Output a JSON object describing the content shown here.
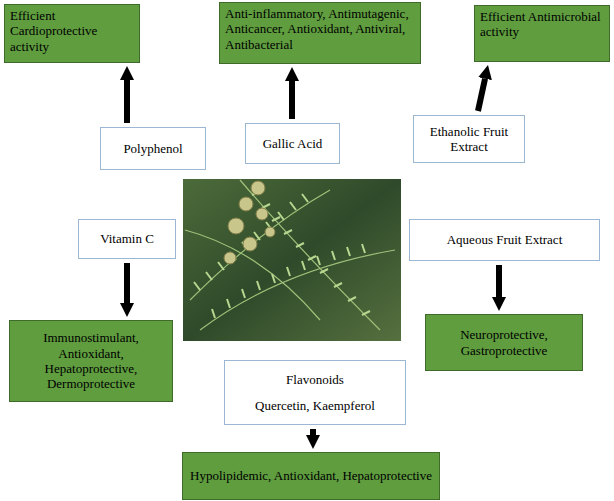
{
  "diagram": {
    "nodes": [
      {
        "text": [
          "Efficient Cardioprotective activity"
        ]
      },
      {
        "text": [
          "Anti-inflammatory, Antimutagenic, Anticancer, Antioxidant, Antiviral, Antibacterial"
        ]
      },
      {
        "text": [
          "Efficient Antimicrobial activity"
        ]
      },
      {
        "text": [
          "Polyphenol"
        ]
      },
      {
        "text": [
          "Gallic Acid"
        ]
      },
      {
        "text": [
          "Ethanolic Fruit Extract"
        ]
      },
      {
        "text": [
          "Vitamin C"
        ]
      },
      {
        "text": [
          "Aqueous Fruit Extract"
        ]
      },
      {
        "text": [
          "Immunostimulant, Antioxidant, Hepatoprotective, Dermoprotective"
        ]
      },
      {
        "text": [
          "Neuroprotective, Gastroprotective"
        ]
      },
      {
        "text": [
          "Flavonoids",
          "Quercetin, Kaempferol"
        ]
      },
      {
        "text": [
          "Hypolipidemic, Antioxidant, Hepatoprotective"
        ]
      }
    ],
    "edges": [
      {
        "from": 3,
        "to": 0,
        "arrow": "to"
      },
      {
        "from": 4,
        "to": 1,
        "arrow": "to"
      },
      {
        "from": 5,
        "to": 2,
        "arrow": "to"
      },
      {
        "from": 6,
        "to": 8,
        "arrow": "to"
      },
      {
        "from": 7,
        "to": 9,
        "arrow": "to"
      },
      {
        "from": 10,
        "to": 11,
        "arrow": "to"
      }
    ]
  }
}
